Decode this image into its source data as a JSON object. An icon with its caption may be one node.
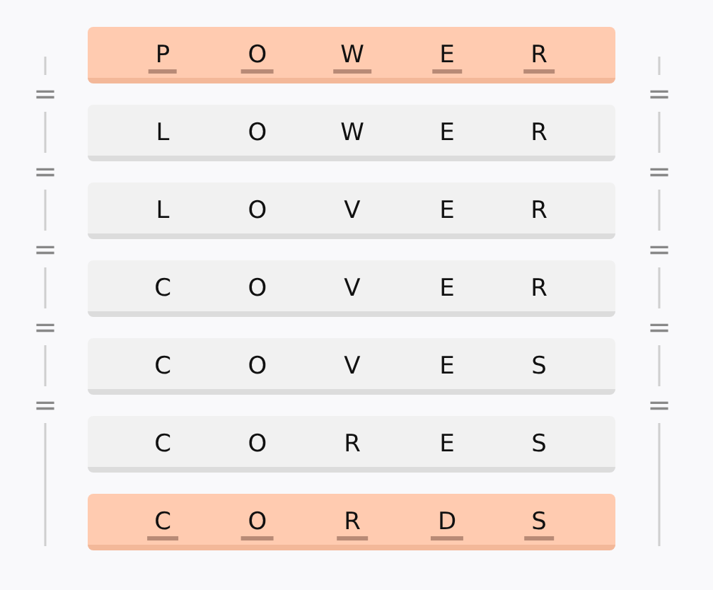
{
  "diagram": {
    "nodes": [
      {
        "text": [
          "P",
          "O",
          "W",
          "E",
          "R"
        ]
      },
      {
        "text": [
          "L",
          "O",
          "W",
          "E",
          "R"
        ]
      },
      {
        "text": [
          "L",
          "O",
          "V",
          "E",
          "R"
        ]
      },
      {
        "text": [
          "C",
          "O",
          "V",
          "E",
          "R"
        ]
      },
      {
        "text": [
          "C",
          "O",
          "V",
          "E",
          "S"
        ]
      },
      {
        "text": [
          "C",
          "O",
          "R",
          "E",
          "S"
        ]
      },
      {
        "text": [
          "C",
          "O",
          "R",
          "D",
          "S"
        ]
      }
    ],
    "labels": [
      "=",
      "=",
      "=",
      "=",
      "=",
      "=",
      "=",
      "=",
      "=",
      "="
    ]
  }
}
